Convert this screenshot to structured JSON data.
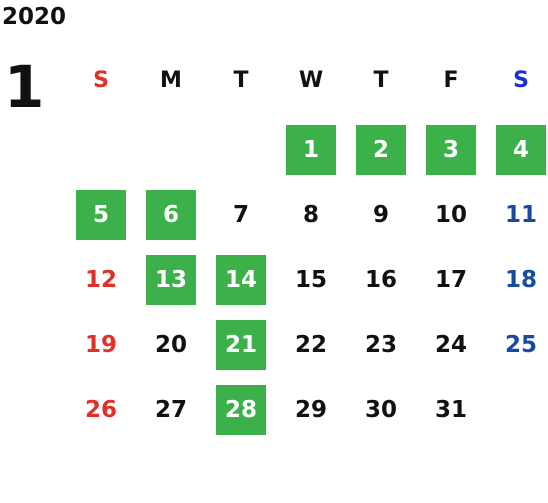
{
  "year": "2020",
  "month": "1",
  "colors": {
    "highlight": "#3cb14a",
    "sunday": "#e0302a",
    "saturday": "#1a4aa0",
    "weekday": "#111111"
  },
  "weekdays": [
    "S",
    "M",
    "T",
    "W",
    "T",
    "F",
    "S"
  ],
  "first_weekday_index": 3,
  "days": [
    {
      "d": "1",
      "hl": true
    },
    {
      "d": "2",
      "hl": true
    },
    {
      "d": "3",
      "hl": true
    },
    {
      "d": "4",
      "hl": true
    },
    {
      "d": "5",
      "hl": true
    },
    {
      "d": "6",
      "hl": true
    },
    {
      "d": "7",
      "hl": false
    },
    {
      "d": "8",
      "hl": false
    },
    {
      "d": "9",
      "hl": false
    },
    {
      "d": "10",
      "hl": false
    },
    {
      "d": "11",
      "hl": false
    },
    {
      "d": "12",
      "hl": false
    },
    {
      "d": "13",
      "hl": true
    },
    {
      "d": "14",
      "hl": true
    },
    {
      "d": "15",
      "hl": false
    },
    {
      "d": "16",
      "hl": false
    },
    {
      "d": "17",
      "hl": false
    },
    {
      "d": "18",
      "hl": false
    },
    {
      "d": "19",
      "hl": false
    },
    {
      "d": "20",
      "hl": false
    },
    {
      "d": "21",
      "hl": true
    },
    {
      "d": "22",
      "hl": false
    },
    {
      "d": "23",
      "hl": false
    },
    {
      "d": "24",
      "hl": false
    },
    {
      "d": "25",
      "hl": false
    },
    {
      "d": "26",
      "hl": false
    },
    {
      "d": "27",
      "hl": false
    },
    {
      "d": "28",
      "hl": true
    },
    {
      "d": "29",
      "hl": false
    },
    {
      "d": "30",
      "hl": false
    },
    {
      "d": "31",
      "hl": false
    }
  ]
}
